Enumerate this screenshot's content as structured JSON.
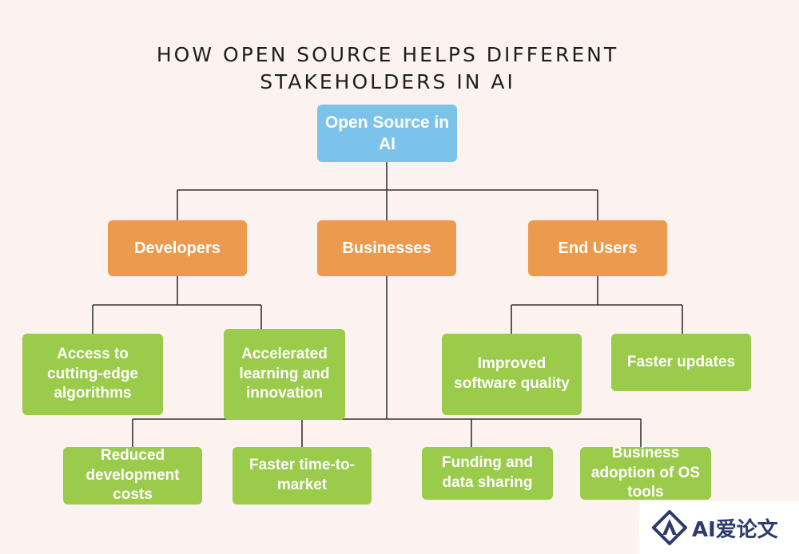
{
  "title": {
    "line1": "HOW OPEN SOURCE HELPS DIFFERENT",
    "line2": "STAKEHOLDERS IN AI"
  },
  "nodes": {
    "root": "Open Source in AI",
    "developers": "Developers",
    "businesses": "Businesses",
    "end_users": "End Users",
    "access_algorithms": "Access to cutting-edge algorithms",
    "accelerated_learning": "Accelerated learning and innovation",
    "improved_quality": "Improved software quality",
    "faster_updates": "Faster updates",
    "reduced_costs": "Reduced development costs",
    "faster_time": "Faster time-to-market",
    "funding_sharing": "Funding and data sharing",
    "business_adoption": "Business adoption of OS tools"
  },
  "watermark": {
    "text": "AI爱论文",
    "icon": "logo-a-icon"
  },
  "colors": {
    "root": "#7cc3ea",
    "level2": "#ec9a4e",
    "leaf": "#9acb4a",
    "background": "#fcf3f1"
  }
}
